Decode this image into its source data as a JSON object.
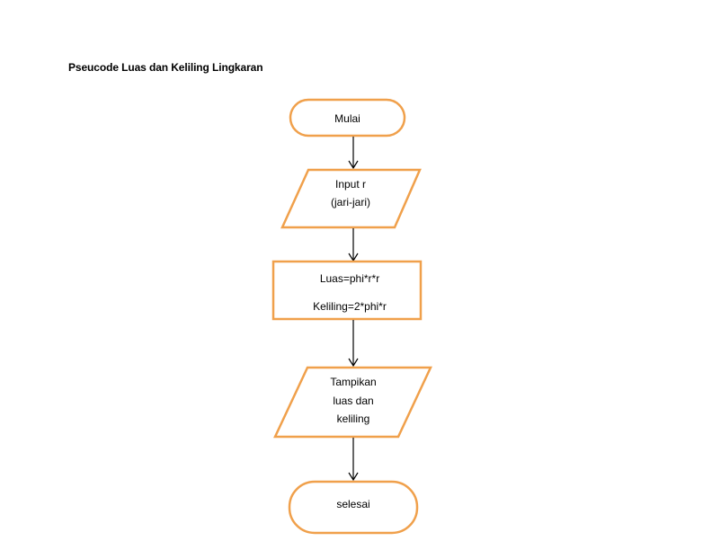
{
  "title": "Pseucode Luas dan Keliling Lingkaran",
  "colors": {
    "shape_stroke": "#f0a04b",
    "shape_fill": "#ffffff",
    "connector": "#000000"
  },
  "flowchart": {
    "start": {
      "label": "Mulai"
    },
    "input": {
      "line1": "Input r",
      "line2": "(jari-jari)"
    },
    "process": {
      "line1": "Luas=phi*r*r",
      "line2": "Keliling=2*phi*r"
    },
    "output": {
      "line1": "Tampikan",
      "line2": "luas dan",
      "line3": "keliling"
    },
    "end": {
      "label": "selesai"
    }
  }
}
